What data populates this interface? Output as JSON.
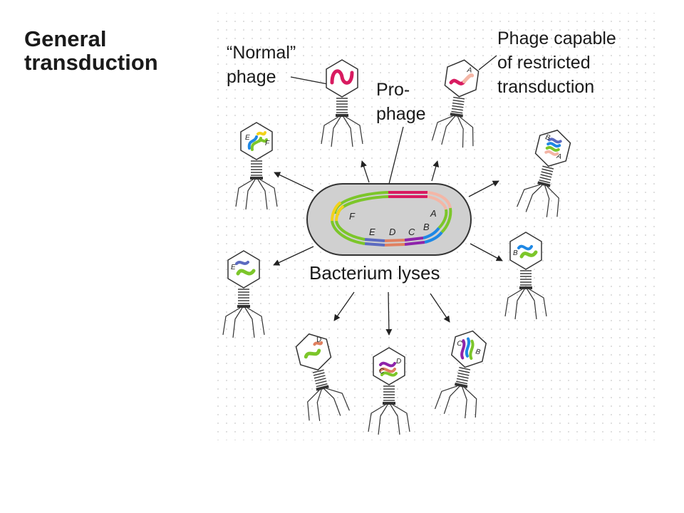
{
  "title": {
    "line1": "General",
    "line2": "transduction"
  },
  "labels": {
    "normal_phage": [
      "“Normal”",
      "phage"
    ],
    "prophage": [
      "Pro-",
      "phage"
    ],
    "restricted": [
      "Phage capable",
      "of restricted",
      "transduction"
    ],
    "lyses": "Bacterium lyses"
  },
  "chromosome_genes": [
    "F",
    "E",
    "D",
    "C",
    "B",
    "A"
  ],
  "phage_genes": {
    "top_left": [
      "E",
      "F"
    ],
    "top_right": [
      "A"
    ],
    "right_top": [
      "B",
      "A"
    ],
    "left_mid": [
      "E"
    ],
    "right_mid": [
      "B"
    ],
    "bottom_left": [
      "D"
    ],
    "bottom_center": [
      "C",
      "D"
    ],
    "bottom_right": [
      "C",
      "B"
    ]
  },
  "colors": {
    "phage_dna": "#d81b60",
    "prophage": "#d81b60",
    "gene_A": "#f4b6a6",
    "gene_B": "#1e88e5",
    "gene_C": "#8e24aa",
    "gene_D": "#e08060",
    "gene_E": "#5c6bc0",
    "gene_F": "#f2d21b",
    "bacterial_dna": "#7cc62a",
    "cell_fill": "#d0d0d0"
  }
}
